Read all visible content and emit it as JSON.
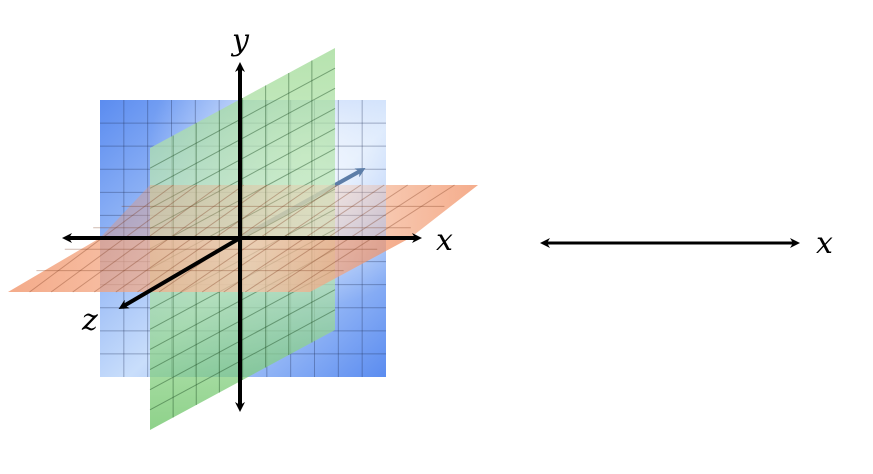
{
  "figure_3d": {
    "labels": {
      "y": "y",
      "x": "x",
      "z": "z"
    },
    "planes": {
      "xy": {
        "color": "#5b8cf0",
        "highlight": "#cfe4ff"
      },
      "yz": {
        "color": "#6cc86a"
      },
      "xz": {
        "color": "#f08a5c"
      }
    },
    "grid_divisions": 10
  },
  "figure_1d": {
    "labels": {
      "x": "x"
    }
  },
  "colors": {
    "axis": "#000000",
    "hidden_axis": "#5d7ea8",
    "grid_line": "#1f2f55"
  }
}
